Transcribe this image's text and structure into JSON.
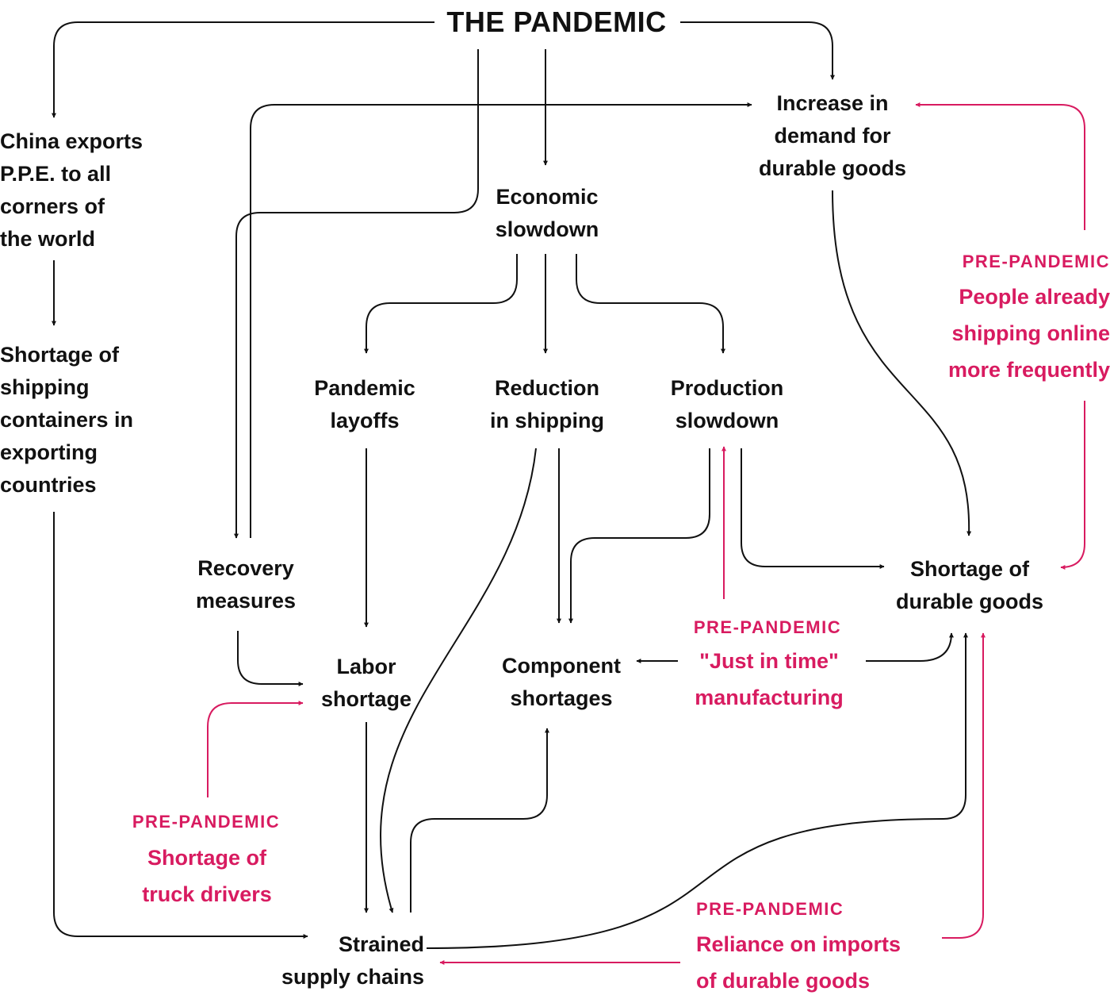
{
  "title": "THE PANDEMIC",
  "nodes": {
    "china_exports": "China exports\nP.P.E. to all\ncorners of\nthe world",
    "shortage_containers": "Shortage of\nshipping\ncontainers in\nexporting\ncountries",
    "increase_demand": "Increase in\ndemand for\ndurable goods",
    "economic_slowdown": "Economic\nslowdown",
    "pandemic_layoffs": "Pandemic\nlayoffs",
    "reduction_shipping": "Reduction\nin shipping",
    "production_slowdown": "Production\nslowdown",
    "recovery_measures": "Recovery\nmeasures",
    "labor_shortage": "Labor\nshortage",
    "component_shortages": "Component\nshortages",
    "shortage_durable": "Shortage of\ndurable goods",
    "strained_supply": "Strained\nsupply chains"
  },
  "pre_pandemic_label": "PRE-PANDEMIC",
  "pre_pandemic": {
    "online_shopping": "People already\nshipping online\nmore frequently",
    "just_in_time": "\"Just in time\"\nmanufacturing",
    "truck_drivers": "Shortage of\ntruck drivers",
    "imports": "Reliance on imports\nof durable goods"
  },
  "colors": {
    "black": "#111111",
    "accent": "#d81b60"
  }
}
